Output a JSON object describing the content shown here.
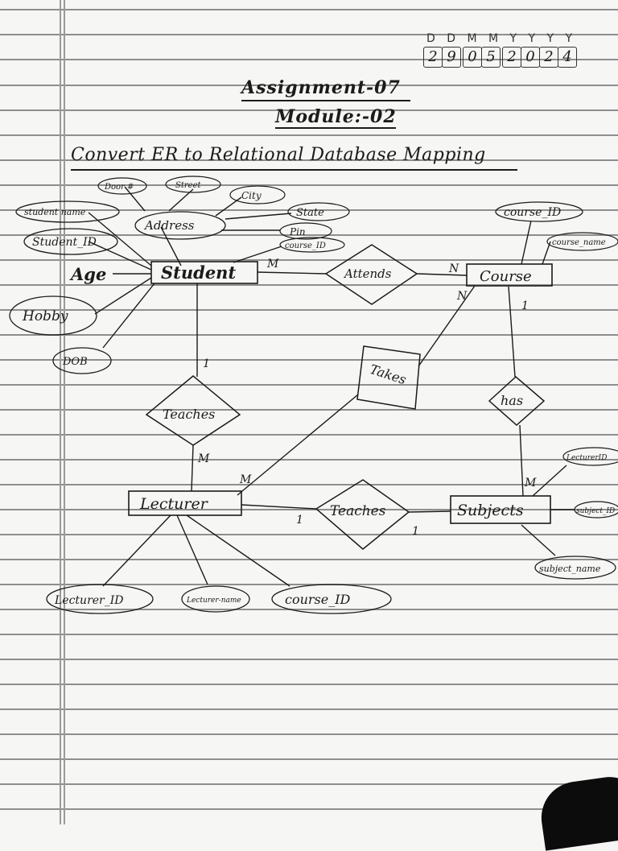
{
  "date": {
    "header": "D D M M Y Y Y Y",
    "digits": [
      "2",
      "9",
      "0",
      "5",
      "2",
      "0",
      "2",
      "4"
    ]
  },
  "title": {
    "line1": "Assignment-07",
    "line2": "Module:-02"
  },
  "heading": "Convert ER to Relational Database Mapping",
  "entities": {
    "student": "Student",
    "course": "Course",
    "lecturer": "Lecturer",
    "subjects": "Subjects"
  },
  "relationships": {
    "attends": "Attends",
    "takes": "Takes",
    "has": "has",
    "teaches_top": "Teaches",
    "teaches_bottom": "Teaches"
  },
  "attributes": {
    "student_name": "student name",
    "student_id": "Student_ID",
    "age": "Age",
    "hobby": "Hobby",
    "dob": "DOB",
    "address": "Address",
    "door_no": "Door #",
    "street": "Street",
    "city": "City",
    "state": "State",
    "pin": "Pin",
    "course_id_student": "course_ID",
    "course_id": "course_ID",
    "course_name": "course_name",
    "lecturer_id_subject": "LecturerID",
    "subject_id": "subject_ID",
    "subject_name": "subject_name",
    "lecturer_id": "Lecturer_ID",
    "lecturer_name": "Lecturer-name",
    "course_id_lecturer": "course_ID"
  },
  "cardinalities": {
    "student_attends": "M",
    "course_attends": "N",
    "course_takes": "N",
    "course_has": "1",
    "student_teaches": "1",
    "lecturer_teaches": "M",
    "lecturer_takes": "M",
    "lecturer_teaches2": "1",
    "subjects_teaches2": "1",
    "subjects_has": "M"
  },
  "colors": {
    "ink": "#1b1b1b",
    "paper": "#f6f6f4",
    "rule_line": "#8e8e8e"
  }
}
